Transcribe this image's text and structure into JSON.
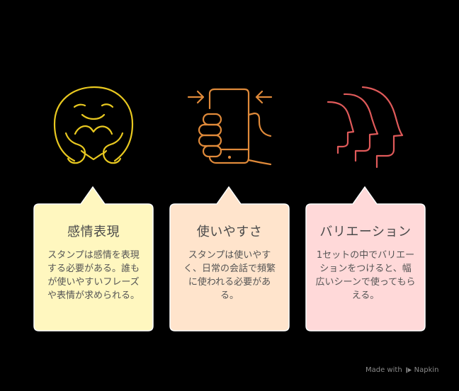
{
  "colors": {
    "background": "#000000",
    "emotion_accent": "#e8c820",
    "ease_accent": "#e08a3a",
    "variation_accent": "#e05a5a",
    "card_emotion_bg": "#fff7bf",
    "card_ease_bg": "#ffe4cc",
    "card_variation_bg": "#ffd9d9",
    "card_border": "#ffffff"
  },
  "cards": [
    {
      "icon": "hugging-face-icon",
      "title": "感情表現",
      "description": "スタンプは感情を表現する必要がある。誰もが使いやすいフレーズや表情が求められる。"
    },
    {
      "icon": "hand-holding-phone-icon",
      "title": "使いやすさ",
      "description": "スタンプは使いやすく、日常の会話で頻繁に使われる必要がある。"
    },
    {
      "icon": "face-profiles-icon",
      "title": "バリエーション",
      "description": "1セットの中でバリエーションをつけると、幅広いシーンで使ってもらえる。"
    }
  ],
  "footer": {
    "made_with": "Made with",
    "brand": "Napkin"
  }
}
